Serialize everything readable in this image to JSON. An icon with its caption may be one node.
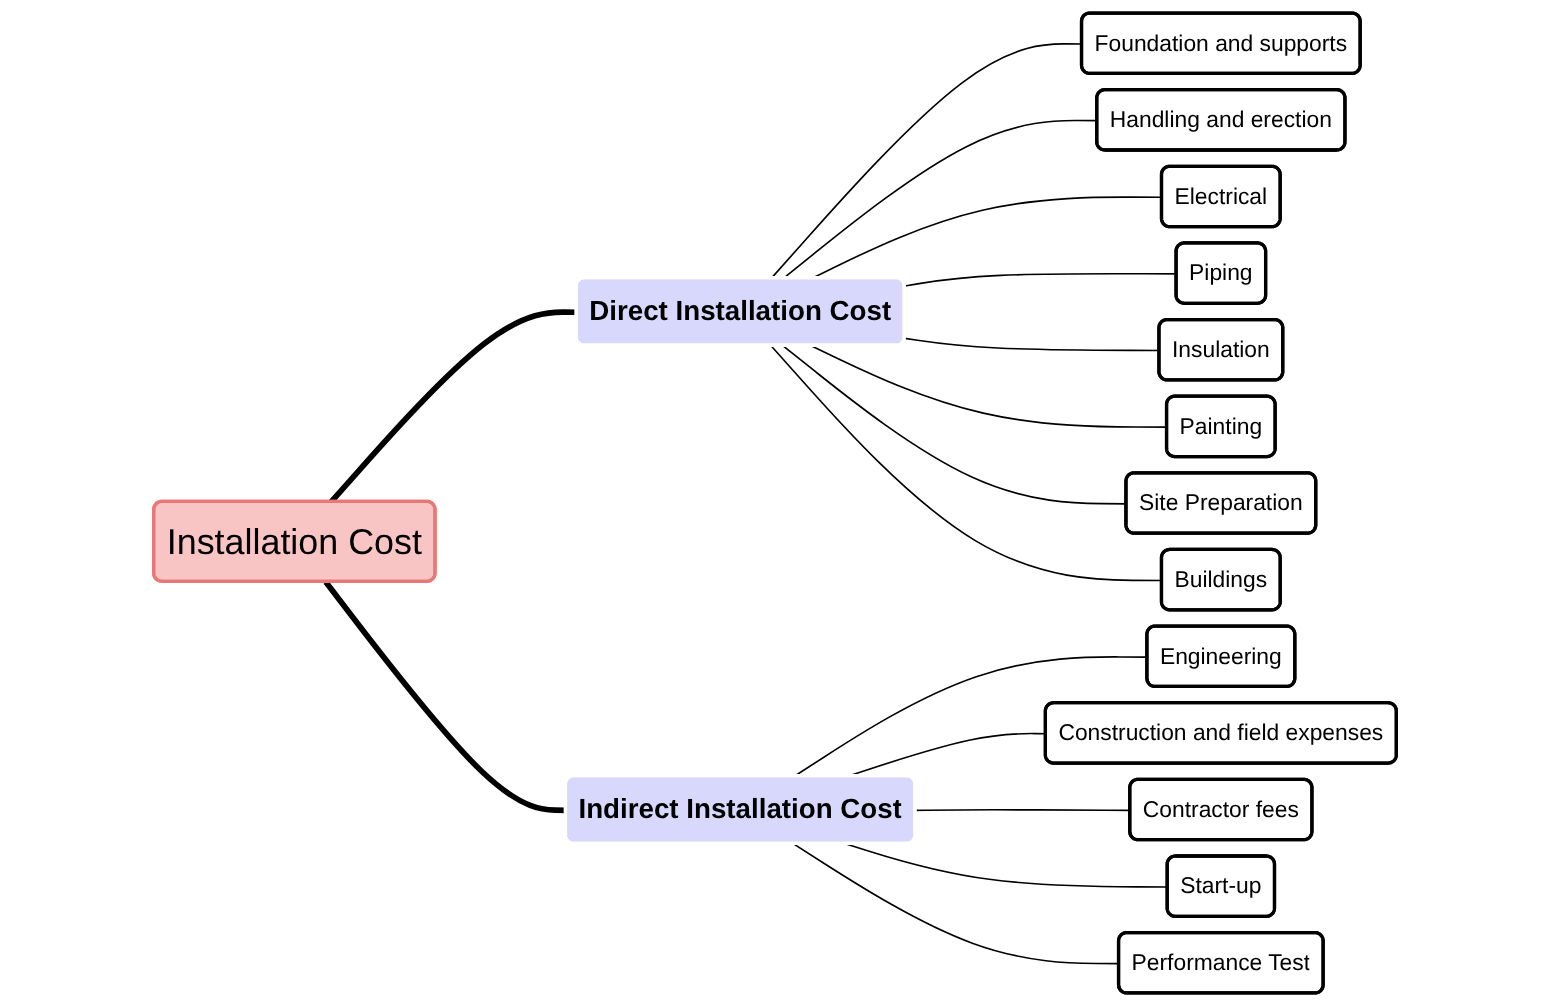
{
  "diagram": {
    "nodes": [
      {
        "text": [
          "Installation Cost"
        ]
      },
      {
        "text": [
          "Direct Installation Cost"
        ]
      },
      {
        "text": [
          "Foundation and supports"
        ]
      },
      {
        "text": [
          "Handling and erection"
        ]
      },
      {
        "text": [
          "Electrical"
        ]
      },
      {
        "text": [
          "Piping"
        ]
      },
      {
        "text": [
          "Insulation"
        ]
      },
      {
        "text": [
          "Painting"
        ]
      },
      {
        "text": [
          "Site Preparation"
        ]
      },
      {
        "text": [
          "Buildings"
        ]
      },
      {
        "text": [
          "Indirect Installation Cost"
        ]
      },
      {
        "text": [
          "Engineering"
        ]
      },
      {
        "text": [
          "Construction and field expenses"
        ]
      },
      {
        "text": [
          "Contractor fees"
        ]
      },
      {
        "text": [
          "Start-up"
        ]
      },
      {
        "text": [
          "Performance Test"
        ]
      }
    ],
    "edges": [
      {
        "from": 0,
        "to": 1,
        "arrow": "none",
        "style": "thick"
      },
      {
        "from": 1,
        "to": 2,
        "arrow": "none"
      },
      {
        "from": 1,
        "to": 3,
        "arrow": "none"
      },
      {
        "from": 1,
        "to": 4,
        "arrow": "none"
      },
      {
        "from": 1,
        "to": 5,
        "arrow": "none"
      },
      {
        "from": 1,
        "to": 6,
        "arrow": "none"
      },
      {
        "from": 1,
        "to": 7,
        "arrow": "none"
      },
      {
        "from": 1,
        "to": 8,
        "arrow": "none"
      },
      {
        "from": 1,
        "to": 9,
        "arrow": "none"
      },
      {
        "from": 0,
        "to": 10,
        "arrow": "none",
        "style": "thick"
      },
      {
        "from": 10,
        "to": 11,
        "arrow": "none"
      },
      {
        "from": 10,
        "to": 12,
        "arrow": "none"
      },
      {
        "from": 10,
        "to": 13,
        "arrow": "none"
      },
      {
        "from": 10,
        "to": 14,
        "arrow": "none"
      },
      {
        "from": 10,
        "to": 15,
        "arrow": "none"
      }
    ]
  }
}
